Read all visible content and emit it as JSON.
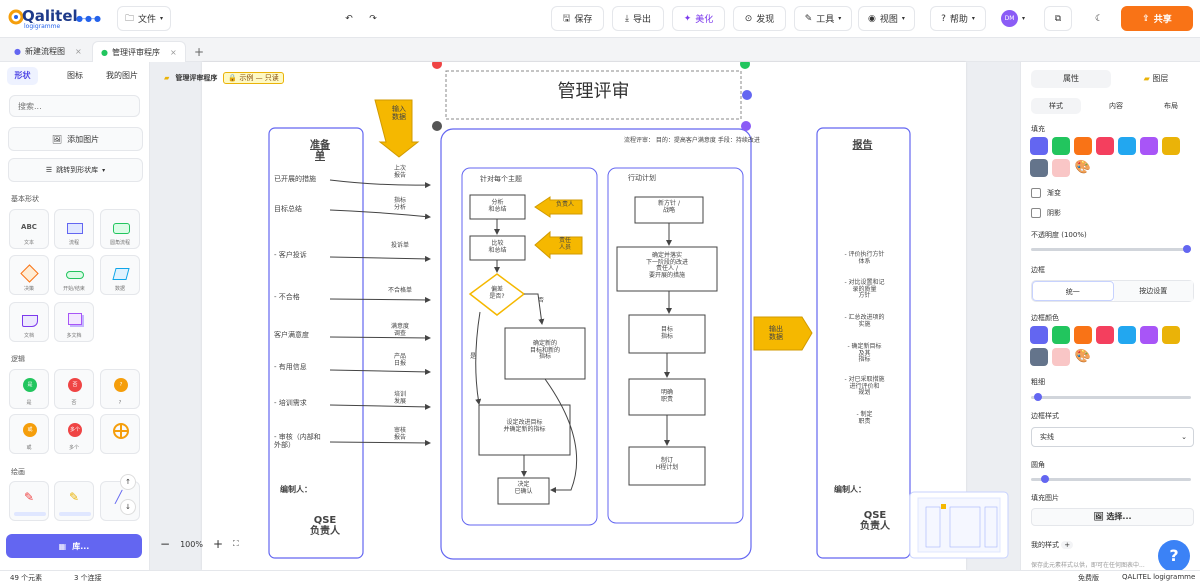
{
  "brand": {
    "name": "Qalitel",
    "sub": "logigramme"
  },
  "toolbar": {
    "file": "文件",
    "save": "保存",
    "export": "导出",
    "beautify": "美化",
    "discover": "发现",
    "tools": "工具",
    "view": "视图",
    "help": "帮助",
    "avatar": "DM",
    "share": "共享"
  },
  "tabs": [
    {
      "label": "新建流程图"
    },
    {
      "label": "管理评审程序"
    }
  ],
  "left": {
    "tabs": [
      "形状",
      "图标",
      "我的图片"
    ],
    "search_placeholder": "搜索...",
    "add_image": "添加图片",
    "jump": "跳转到形状库",
    "sections": {
      "basic": "基本形状",
      "logic": "逻辑",
      "draw": "绘画"
    },
    "basic_shapes": [
      {
        "label": "文本",
        "glyph": "ABC"
      },
      {
        "label": "流程"
      },
      {
        "label": "圆角流程"
      },
      {
        "label": "决策"
      },
      {
        "label": "开始/结束"
      },
      {
        "label": "数据"
      },
      {
        "label": "文档"
      },
      {
        "label": "多文档"
      }
    ],
    "logic": [
      {
        "label": "是",
        "glyph": "是",
        "color": "#22c55e"
      },
      {
        "label": "否",
        "glyph": "否",
        "color": "#ef4444"
      },
      {
        "label": "?",
        "glyph": "?",
        "color": "#f59e0b"
      },
      {
        "label": "或",
        "glyph": "或",
        "color": "#f59e0b"
      },
      {
        "label": "多个",
        "glyph": "多个",
        "color": "#ef4444"
      },
      {
        "label": ""
      }
    ],
    "library_btn": "库..."
  },
  "canvas": {
    "breadcrumb": "管理评审程序",
    "readonly": "示例 — 只读",
    "title": "管理评审",
    "zoom": "100%",
    "col_left_title": "准备\n单",
    "col_left_items": [
      "已开展的措施",
      "目标总结",
      "- 客户投诉",
      "- 不合格",
      "客户满意度",
      "- 有用信息",
      "- 培训需求",
      "- 审核（内部和\n外部）"
    ],
    "col_left_arrows": [
      "上次\n报告",
      "指标\n分析",
      "投诉单",
      "不合格单",
      "满意度\n调查",
      "产品\n日报",
      "培训\n发展",
      "审核\n报告"
    ],
    "col_left_footer": "编制人：",
    "col_left_role": "QSE\n负责人",
    "input_label": "输入\n数据",
    "center_header": "流程评审： 目的：提高客户满意度 手段：持续改进",
    "sub_left_title": "针对每个主题",
    "sub_right_title": "行动计划",
    "boxes": {
      "analyze": "分析\n和总结",
      "compare": "比较\n和总结",
      "decision": "偏差\n是否?",
      "yes": "是",
      "no": "否",
      "define": "确定新的\n目标和新的\n指标",
      "kpi": "设定改进目标\n并确定新的指标",
      "validate": "决定\n已确认",
      "plan1": "新方针 /\n战略",
      "plan2": "确定并落实\n下一阶段的改进\n责任人 /\n要开展的措施",
      "plan3": "目标\n指标",
      "plan4": "明确\n职责",
      "plan5": "制订\nH程计划"
    },
    "owner1": "负责人",
    "owner2": "责任\n人员",
    "output_label": "输出\n数据",
    "col_right_title": "报告",
    "col_right_items": [
      "- 评价执行方针\n体系",
      "- 对比设置和记\n录的质量\n方针",
      "- 汇总改进项的\n实施",
      "- 确定新目标\n及其\n指标",
      "- 对已采取措施\n进行评价和\n规划",
      "- 制定\n职责"
    ],
    "col_right_footer": "编制人：",
    "col_right_role": "QSE\n负责人"
  },
  "right": {
    "tabs": [
      "属性",
      "图层"
    ],
    "subtabs": [
      "样式",
      "内容",
      "布局"
    ],
    "fill": "填充",
    "swatches": [
      "#6366f1",
      "#22c55e",
      "#f97316",
      "#f43f5e",
      "#22a7f0",
      "#a855f7",
      "#eab308",
      "#64748b",
      "#f9c6c6"
    ],
    "gradient": "渐变",
    "shadow": "阴影",
    "opacity": "不透明度 (100%)",
    "opacity_value": 1.0,
    "border": "边框",
    "border_tabs": [
      "统一",
      "按边设置"
    ],
    "border_color": "边框颜色",
    "thickness": "粗细",
    "border_style": "边框样式",
    "border_style_value": "实线",
    "radius": "圆角",
    "fill_image": "填充图片",
    "choose": "选择...",
    "my_styles": "我的样式",
    "my_styles_hint": "保存此元素样式以供，即可在任何图表中..."
  },
  "status": {
    "elements": "49 个元素",
    "connections": "3 个连接",
    "free": "免费版",
    "brand": "QALITEL logigramme"
  }
}
